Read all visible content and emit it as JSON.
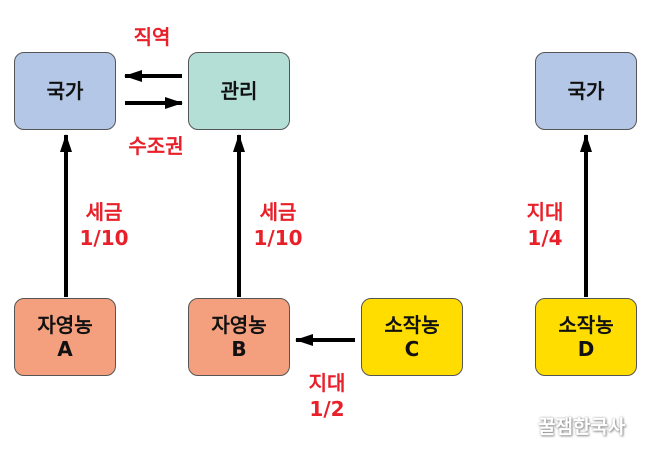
{
  "nodes": {
    "state_left": {
      "label": "국가",
      "color": "#b4c7e7"
    },
    "official": {
      "label": "관리",
      "color": "#b3dfd7"
    },
    "state_right": {
      "label": "국가",
      "color": "#b4c7e7"
    },
    "owner_a": {
      "label": "자영농",
      "sub": "A",
      "color": "#f4a07f"
    },
    "owner_b": {
      "label": "자영농",
      "sub": "B",
      "color": "#f4a07f"
    },
    "tenant_c": {
      "label": "소작농",
      "sub": "C",
      "color": "#ffdd00"
    },
    "tenant_d": {
      "label": "소작농",
      "sub": "D",
      "color": "#ffdd00"
    }
  },
  "edges": {
    "duty": "직역",
    "collection_right": "수조권",
    "tax_a": {
      "line1": "세금",
      "line2": "1/10"
    },
    "tax_b": {
      "line1": "세금",
      "line2": "1/10"
    },
    "rent_d": {
      "line1": "지대",
      "line2": "1/4"
    },
    "rent_c": {
      "line1": "지대",
      "line2": "1/2"
    }
  },
  "watermark": "꿀잼한국사",
  "label_color": "#e8202a"
}
